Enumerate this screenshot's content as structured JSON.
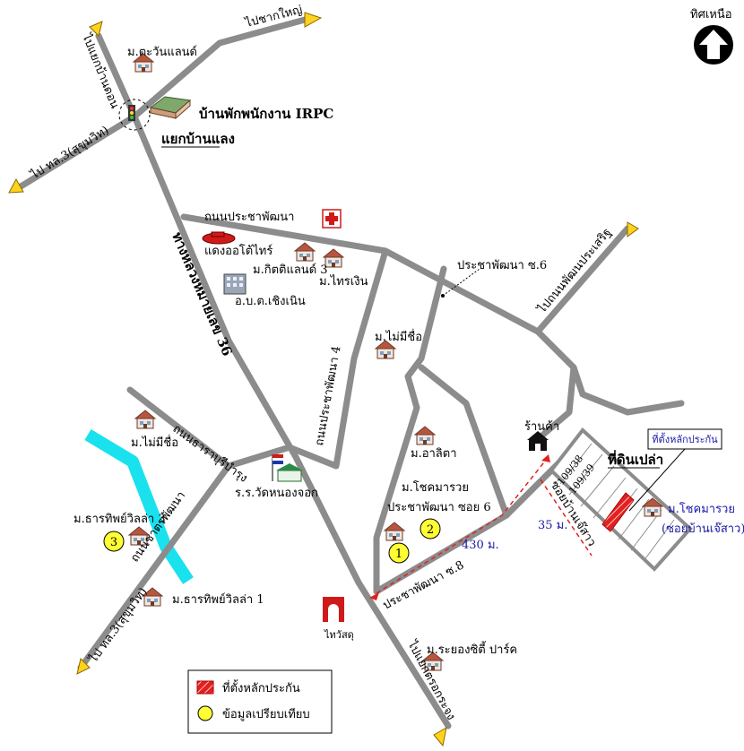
{
  "north": {
    "label": "ทิศเหนือ"
  },
  "labels": {
    "to_ban_dong": "ไปแยกบ้านดอน",
    "to_chak_yai": "ไปชากใหญ่",
    "to_th3_top": "ไป ทล.3(สุขุมวิท)",
    "to_th3_bottom": "ไป ทล.3(สุขุมวิท)",
    "to_kao_hang": "ไปแยกตรอกระจง",
    "to_pattana_prasert": "ไปถนนพัฒนประเสริฐ",
    "highway_36": "ทางหลวงหมายเลข 36",
    "prachapattana_road": "ถนนประชาพัฒนา",
    "prachapattana_4": "ถนนประชาพัฒนา 4",
    "prachapattana_6": "ประชาพัฒนา ซ.6",
    "prachapattana_soi6": "ประชาพัฒนา ซอย 6",
    "prachapattana_8": "ประชาพัฒนา ซ.8",
    "saraburi_road": "ถนนธาราบุรีบำรุง",
    "subanphat_road": "ถนนชาตรพัฒนา",
    "ban_lang": "แยกบ้านแลง",
    "irpc": "บ้านพักพนักงาน IRPC",
    "tawan_land": "ม.ตะวันแลนด์",
    "dealer": "แดงออโต้ไทร์",
    "kitti_land": "ม.กิตติแลนด์ 3",
    "obt": "อ.บ.ต.เชิงเนิน",
    "thai_ngern": "ม.ไทรเงิน",
    "no_name_1": "ม.ไม่มีชื่อ",
    "no_name_2": "ม.ไม่มีชื่อ",
    "arita": "ม.อาลิตา",
    "chokmarauy_left": "ม.โชคมารวย",
    "tharapiw_3": "ม.ธารทิพย์วิลล่า 3",
    "tharapiw_1": "ม.ธารทิพย์วิลล่า 1",
    "school": "ร.ร.วัดหนองจอก",
    "home_pro": "ไทวัสดุ",
    "rayong_city_park": "ม.ระยองซิตี้ ปาร์ค",
    "shop": "ร้านค้า",
    "empty_land": "ที่ดินเปล่า",
    "collateral_box": "ที่ตั้งหลักประกัน",
    "plot_a": "109/38",
    "plot_b": "109/39",
    "chokmarauy_right": "ม.โชคมารวย",
    "soi_ban_jaesao": "(ซอยบ้านเจ๊สาว)",
    "soi_ban_jaesao_road": "ซอยบ้านเจ๊สาว",
    "dist_430": "430 ม.",
    "dist_35": "35 ม."
  },
  "markers": {
    "m1": "1",
    "m2": "2",
    "m3": "3"
  },
  "legend": {
    "collateral": "ที่ตั้งหลักประกัน",
    "comparison": "ข้อมูลเปรียบเทียบ"
  },
  "colors": {
    "road": "#8c8c8c",
    "river": "#19e1ee",
    "marker": "#ffff33",
    "collateral": "#e32020",
    "route": "#e32020",
    "arrow": "#ffd21e"
  }
}
